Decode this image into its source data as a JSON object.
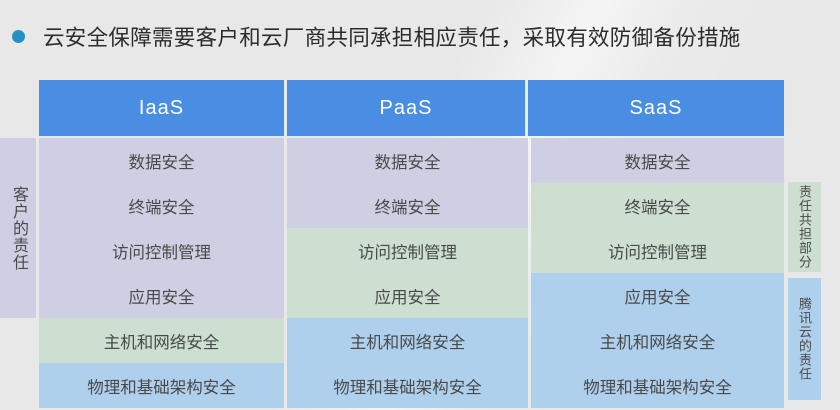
{
  "headline": {
    "bullet_color": "#2392c2",
    "text": "云安全保障需要客户和云厂商共同承担相应责任，采取有效防御备份措施"
  },
  "table": {
    "columns": [
      {
        "header": "IaaS",
        "key": "iaas"
      },
      {
        "header": "PaaS",
        "key": "paas"
      },
      {
        "header": "SaaS",
        "key": "saas"
      }
    ],
    "header_bg": "#4a8ee3",
    "header_text_color": "#ffffff",
    "tones": {
      "customer": "#cfcfe4",
      "shared": "#ccdfd0",
      "cloud": "#aed0ec"
    },
    "row_labels": [
      "数据安全",
      "终端安全",
      "访问控制管理",
      "应用安全",
      "主机和网络安全",
      "物理和基础架构安全"
    ],
    "iaas_cells": [
      {
        "label": "数据安全",
        "tone": "customer"
      },
      {
        "label": "终端安全",
        "tone": "customer"
      },
      {
        "label": "访问控制管理",
        "tone": "customer"
      },
      {
        "label": "应用安全",
        "tone": "customer"
      },
      {
        "label": "主机和网络安全",
        "tone": "shared"
      },
      {
        "label": "物理和基础架构安全",
        "tone": "cloud"
      }
    ],
    "paas_cells": [
      {
        "label": "数据安全",
        "tone": "customer"
      },
      {
        "label": "终端安全",
        "tone": "customer"
      },
      {
        "label": "访问控制管理",
        "tone": "shared"
      },
      {
        "label": "应用安全",
        "tone": "shared"
      },
      {
        "label": "主机和网络安全",
        "tone": "cloud"
      },
      {
        "label": "物理和基础架构安全",
        "tone": "cloud"
      }
    ],
    "saas_cells": [
      {
        "label": "数据安全",
        "tone": "customer"
      },
      {
        "label": "终端安全",
        "tone": "shared"
      },
      {
        "label": "访问控制管理",
        "tone": "shared"
      },
      {
        "label": "应用安全",
        "tone": "cloud"
      },
      {
        "label": "主机和网络安全",
        "tone": "cloud"
      },
      {
        "label": "物理和基础架构安全",
        "tone": "cloud"
      }
    ]
  },
  "side_labels": {
    "customer_responsibility": "客户的责任",
    "shared_responsibility": "责任共担部分",
    "cloud_responsibility": "腾讯云的责任"
  }
}
